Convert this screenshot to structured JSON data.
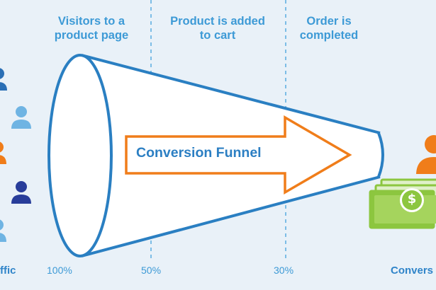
{
  "stages": [
    {
      "line1": "Visitors to a",
      "line2": "product page"
    },
    {
      "line1": "Product is added",
      "line2": "to cart"
    },
    {
      "line1": "Order is",
      "line2": "completed"
    }
  ],
  "funnel_label": "Conversion Funnel",
  "percentages": [
    "100%",
    "50%",
    "30%"
  ],
  "left_label": "ffic",
  "right_label": "Convers",
  "money_symbol": "$",
  "colors": {
    "background": "#e9f1f8",
    "funnel_stroke": "#2a7fc2",
    "dashed_line": "#7cbde6",
    "arrow_stroke": "#f07d1a",
    "text_blue": "#3d9ad6",
    "person_blue": "#2a6fb5",
    "person_light": "#6fb4e3",
    "person_orange": "#f07d1a",
    "person_navy": "#283d9a",
    "money_green": "#8cc63f"
  }
}
